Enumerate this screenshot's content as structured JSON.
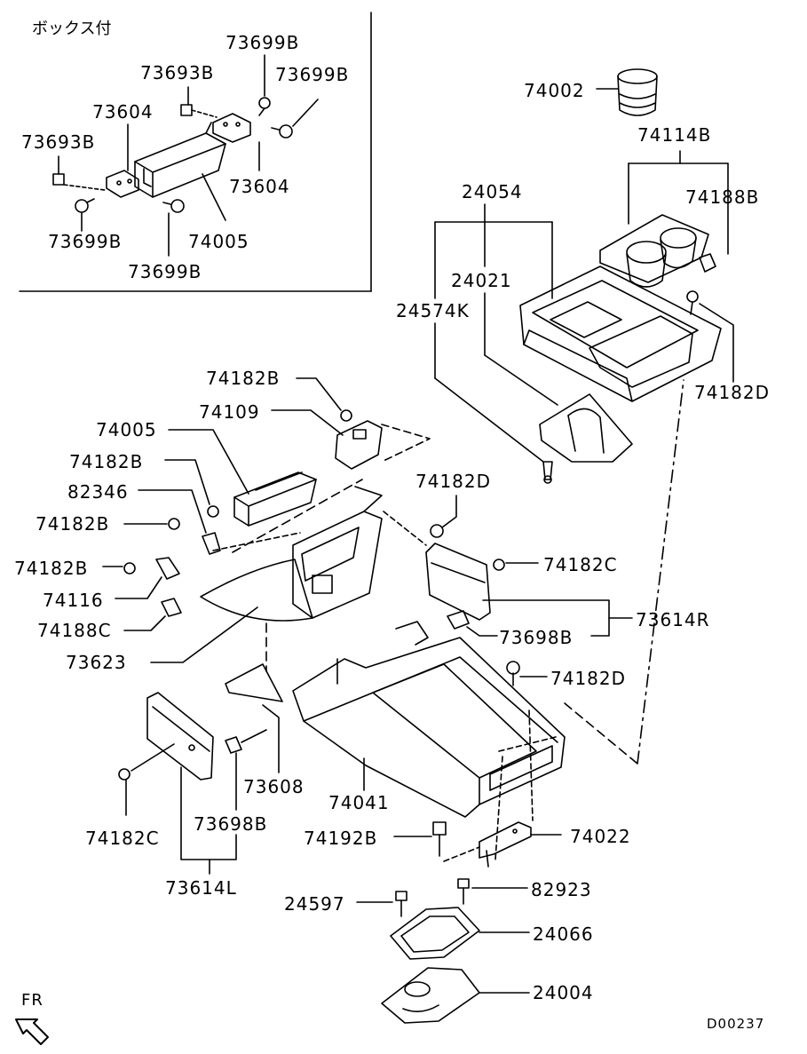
{
  "inset": {
    "title": "ボックス付"
  },
  "labels": {
    "p73699B_a": "73699B",
    "p73693B_a": "73693B",
    "p73699B_b": "73699B",
    "p73604_a": "73604",
    "p73693B_b": "73693B",
    "p73604_b": "73604",
    "p73699B_c": "73699B",
    "p74005_a": "74005",
    "p73699B_d": "73699B",
    "p74002": "74002",
    "p74114B": "74114B",
    "p24054": "24054",
    "p74188B": "74188B",
    "p24021": "24021",
    "p24574K": "24574K",
    "p74182D_a": "74182D",
    "p74182B_a": "74182B",
    "p74109": "74109",
    "p74005_b": "74005",
    "p74182B_b": "74182B",
    "p82346": "82346",
    "p74182D_b": "74182D",
    "p74182B_c": "74182B",
    "p74182C_a": "74182C",
    "p74182B_d": "74182B",
    "p74116": "74116",
    "p74188C": "74188C",
    "p73614R": "73614R",
    "p73698B_a": "73698B",
    "p73623": "73623",
    "p74182D_c": "74182D",
    "p73608": "73608",
    "p74041": "74041",
    "p74182C_b": "74182C",
    "p73698B_b": "73698B",
    "p74192B": "74192B",
    "p74022": "74022",
    "p73614L": "73614L",
    "p82923": "82923",
    "p24597": "24597",
    "p24066": "24066",
    "p24004": "24004"
  },
  "direction": {
    "label": "FR"
  },
  "diagram_code": "D00237"
}
